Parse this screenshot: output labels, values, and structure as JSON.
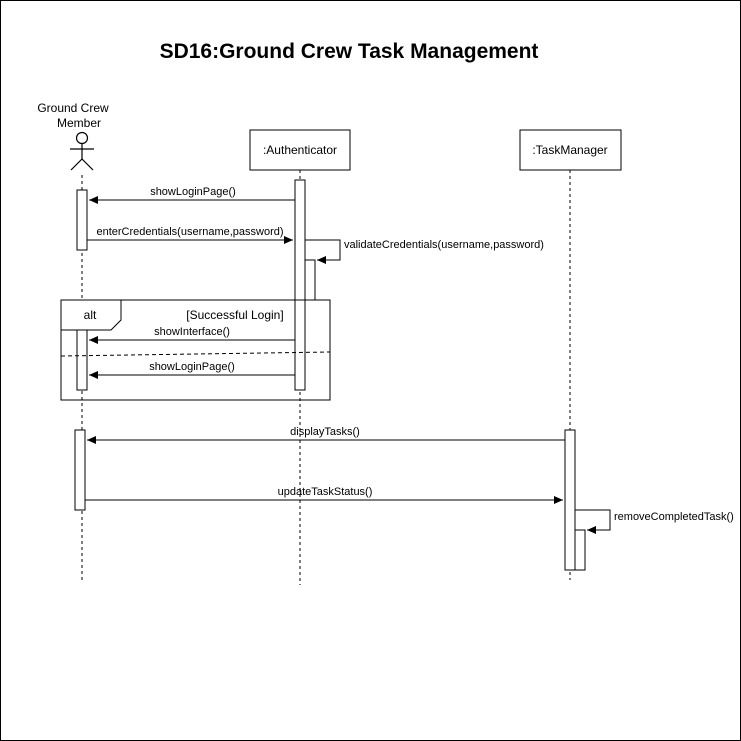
{
  "diagram": {
    "title": "SD16:Ground Crew Task Management",
    "actor": {
      "line1": "Ground Crew",
      "line2": "Member"
    },
    "lifelines": {
      "authenticator": ":Authenticator",
      "task_manager": ":TaskManager"
    },
    "fragment": {
      "operator": "alt",
      "guard": "[Successful Login]"
    },
    "messages": {
      "show_login_page_1": "showLoginPage()",
      "enter_credentials": "enterCredentials(username,password)",
      "validate_credentials": "validateCredentials(username,password)",
      "show_interface": "showInterface()",
      "show_login_page_2": "showLoginPage()",
      "display_tasks": "displayTasks()",
      "update_task_status": "updateTaskStatus()",
      "remove_completed_task": "removeCompletedTask()"
    }
  }
}
